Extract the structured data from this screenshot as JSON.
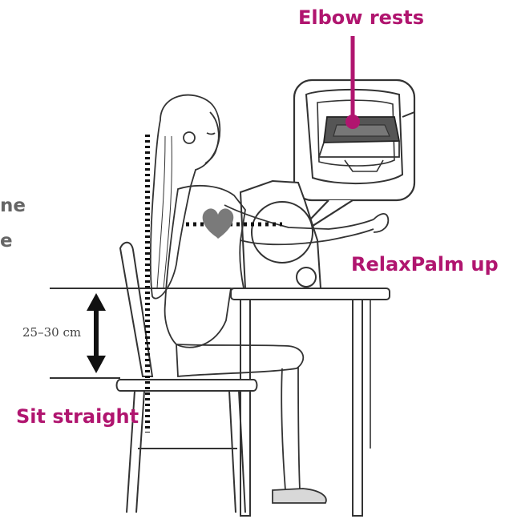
{
  "labels": {
    "elbow_rests": "Elbow rests",
    "relax_palm_up": "RelaxPalm up",
    "sit_straight": "Sit straight",
    "cut_off_line_1": "ne",
    "cut_off_line_2": "e",
    "measure": "25–30 cm"
  },
  "colors": {
    "accent": "#b0156f",
    "line": "#333333",
    "heart": "#7a7a7a"
  },
  "icons": {
    "heart": "heart-icon"
  }
}
